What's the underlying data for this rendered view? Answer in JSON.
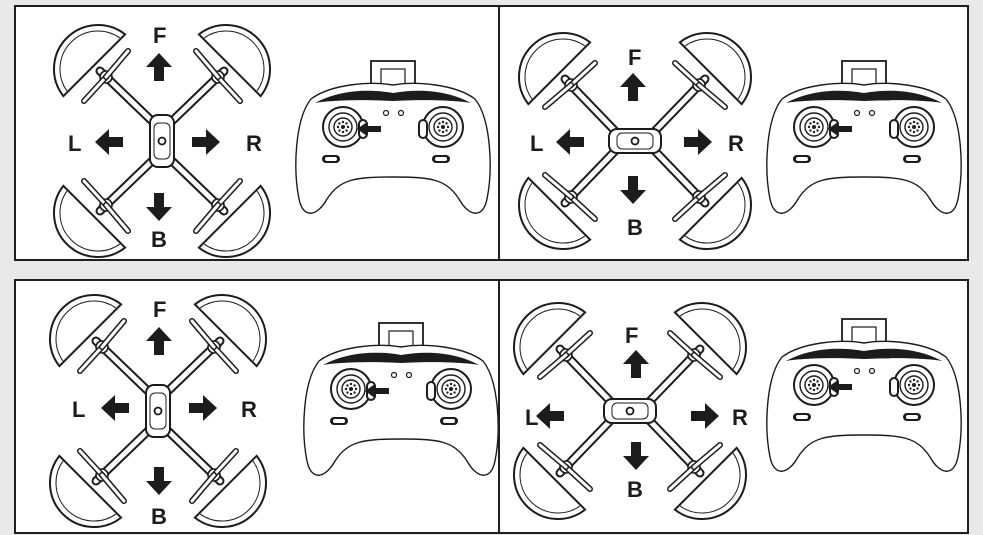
{
  "colors": {
    "ink": "#1c1c1c",
    "panel": "#ffffff",
    "background": "#e9e9e9"
  },
  "panels": [
    {
      "mode": "x",
      "labels": {
        "forward": "F",
        "backward": "B",
        "left": "L",
        "right": "R"
      }
    },
    {
      "mode": "rotated-right",
      "labels": {
        "forward": "F",
        "backward": "B",
        "left": "L",
        "right": "R"
      }
    },
    {
      "mode": "x",
      "labels": {
        "forward": "F",
        "backward": "B",
        "left": "L",
        "right": "R"
      }
    },
    {
      "mode": "rotated-left",
      "labels": {
        "forward": "F",
        "backward": "B",
        "left": "L",
        "right": "R"
      }
    }
  ],
  "icons": {
    "direction_arrow": "arrow-icon",
    "controller_pointer": "pointer-arrow-icon"
  }
}
